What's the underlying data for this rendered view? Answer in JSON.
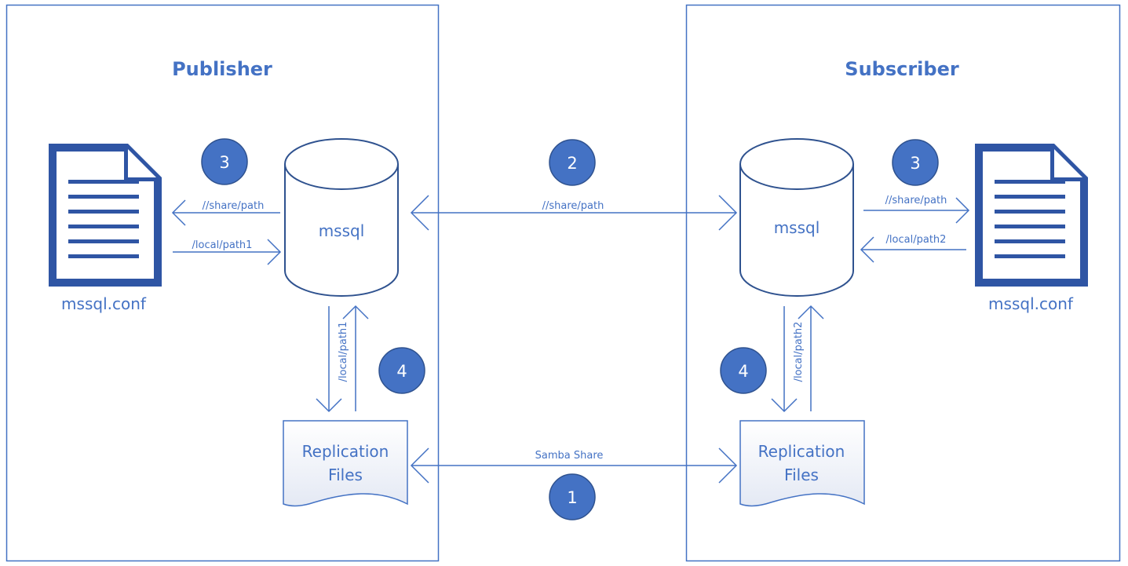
{
  "colors": {
    "accent": "#4472c4",
    "badge_fill": "#4472c4",
    "badge_stroke": "#2f528f",
    "doc_fill": "#2f55a4"
  },
  "publisher": {
    "title": "Publisher",
    "db_label": "mssql",
    "conf_label": "mssql.conf",
    "conf_icon": "document-icon",
    "arrow_to_conf_label": "//share/path",
    "arrow_to_db_label": "/local/path1",
    "vertical_label": "/local/path1",
    "files_label_1": "Replication",
    "files_label_2": "Files",
    "badge_conf": "3",
    "badge_files": "4"
  },
  "subscriber": {
    "title": "Subscriber",
    "db_label": "mssql",
    "conf_label": "mssql.conf",
    "conf_icon": "document-icon",
    "arrow_to_conf_label": "//share/path",
    "arrow_to_db_label": "/local/path2",
    "vertical_label": "/local/path2",
    "files_label_1": "Replication",
    "files_label_2": "Files",
    "badge_conf": "3",
    "badge_files": "4"
  },
  "links": {
    "db_link_label": "//share/path",
    "db_link_badge": "2",
    "files_link_label": "Samba Share",
    "files_link_badge": "1"
  }
}
